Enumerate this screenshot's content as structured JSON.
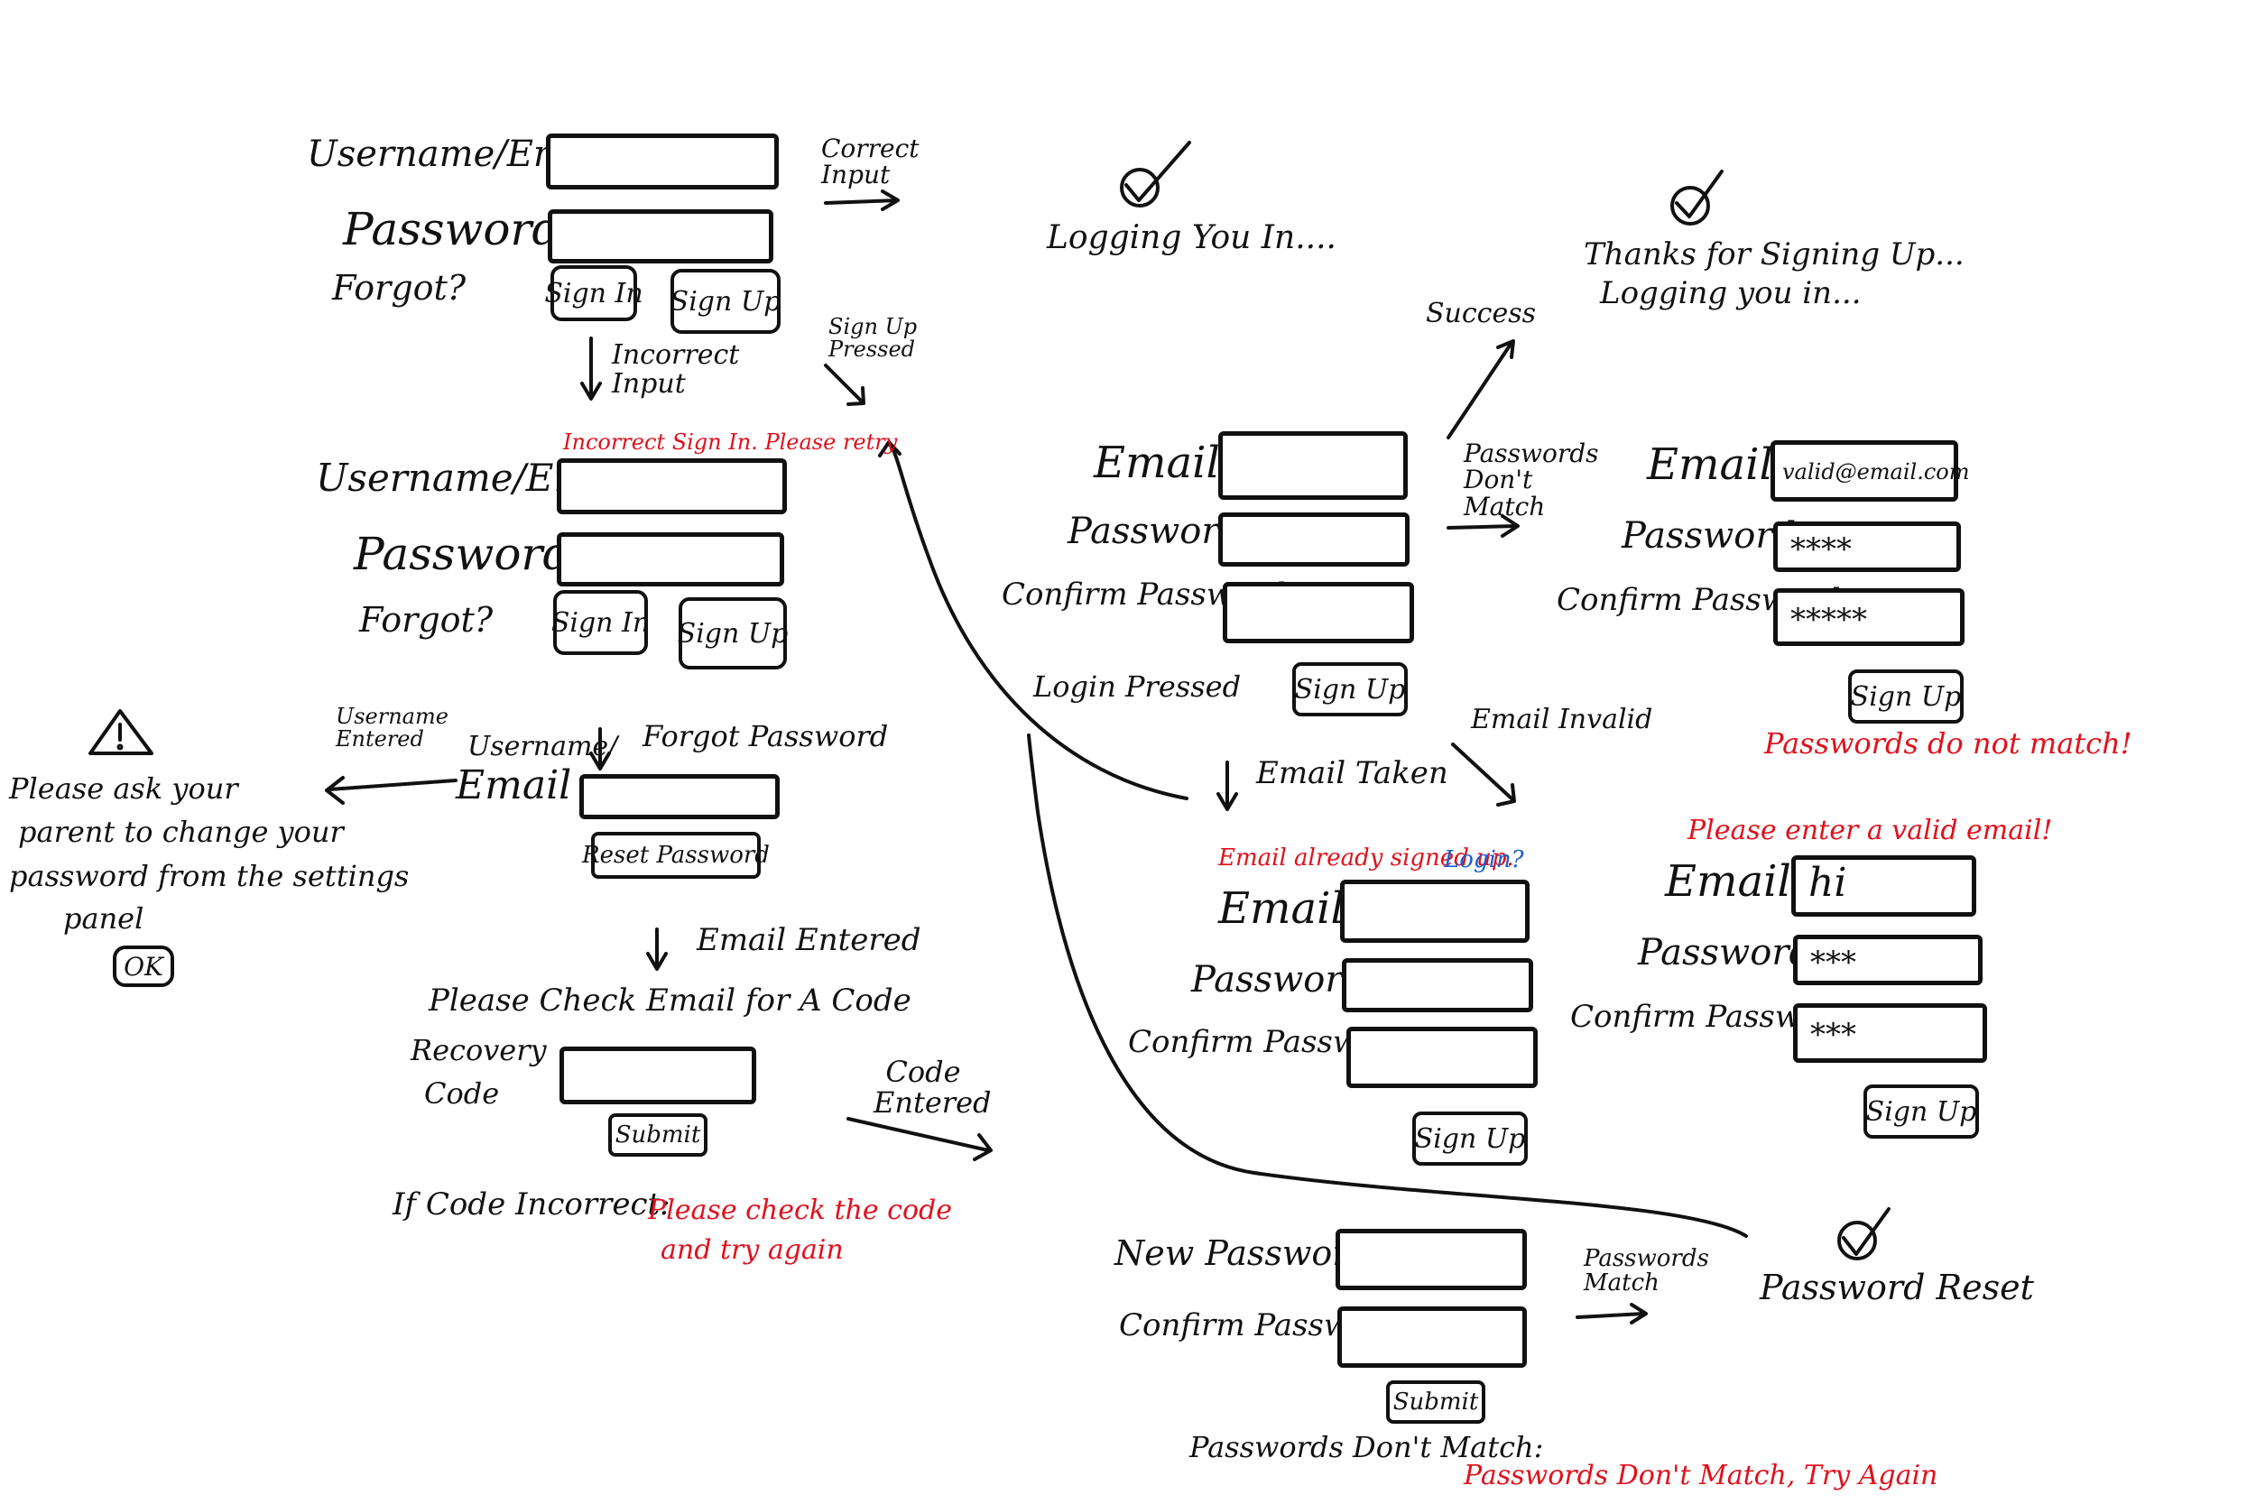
{
  "login": {
    "username_label": "Username/Email",
    "password_label": "Password",
    "forgot_label": "Forgot?",
    "sign_in": "Sign In",
    "sign_up": "Sign Up"
  },
  "transitions": {
    "correct_input": "Correct Input",
    "incorrect_input": "Incorrect Input",
    "sign_up_pressed": "Sign Up Pressed",
    "username_entered": "Username Entered",
    "forgot_password": "Forgot Password",
    "email_entered": "Email Entered",
    "code_entered": "Code Entered",
    "success": "Success",
    "passwords_dont_match": "Passwords Don't Match",
    "login_pressed": "Login Pressed",
    "email_taken": "Email Taken",
    "email_invalid": "Email Invalid",
    "passwords_match": "Passwords Match"
  },
  "logging_in": {
    "text": "Logging You In...."
  },
  "signup_done": {
    "line1": "Thanks for Signing Up...",
    "line2": "Logging you in..."
  },
  "login_error": {
    "message": "Incorrect Sign In. Please retry",
    "username_label": "Username/Email",
    "password_label": "Password",
    "forgot_label": "Forgot?",
    "sign_in": "Sign In",
    "sign_up": "Sign Up"
  },
  "parent_dialog": {
    "message_l1": "Please ask your",
    "message_l2": "parent to change your",
    "message_l3": "password from the settings",
    "message_l4": "panel",
    "ok": "OK"
  },
  "forgot": {
    "label_l1": "Username/",
    "label_l2": "Email",
    "reset_button": "Reset Password"
  },
  "recovery": {
    "heading": "Please Check Email for A Code",
    "label_l1": "Recovery",
    "label_l2": "Code",
    "submit": "Submit",
    "if_incorrect": "If Code Incorrect:",
    "error_l1": "Please check the code",
    "error_l2": "and try again"
  },
  "signup": {
    "email_label": "Email",
    "password_label": "Password",
    "confirm_label": "Confirm Password",
    "sign_up": "Sign Up"
  },
  "signup_mismatch": {
    "email_label": "Email",
    "email_value": "valid@email.com",
    "password_label": "Password",
    "password_value": "****",
    "confirm_label": "Confirm Password",
    "confirm_value": "*****",
    "sign_up": "Sign Up",
    "error": "Passwords do not match!"
  },
  "signup_taken": {
    "error": "Email already signed up.",
    "login_link": "Login?",
    "email_label": "Email",
    "password_label": "Password",
    "confirm_label": "Confirm Password",
    "sign_up": "Sign Up"
  },
  "signup_invalid": {
    "error": "Please enter a valid email!",
    "email_label": "Email",
    "email_value": "hi",
    "password_label": "Password",
    "password_value": "***",
    "confirm_label": "Confirm Password",
    "confirm_value": "***",
    "sign_up": "Sign Up"
  },
  "reset": {
    "new_label": "New Password",
    "confirm_label": "Confirm Password",
    "submit": "Submit",
    "mismatch_label": "Passwords Don't Match:",
    "mismatch_error": "Passwords Don't Match, Try Again"
  },
  "password_reset": {
    "text": "Password Reset"
  }
}
